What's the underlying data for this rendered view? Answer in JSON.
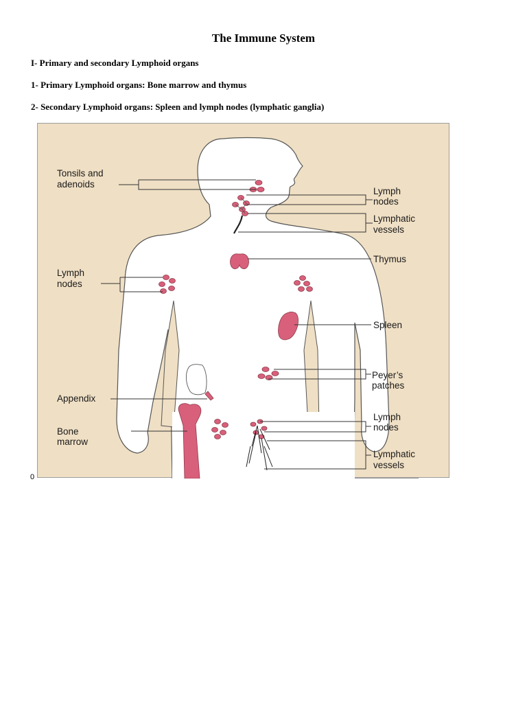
{
  "document": {
    "title": "The Immune System",
    "lines": [
      "I- Primary and secondary Lymphoid organs",
      "1- Primary Lymphoid organs: Bone marrow and thymus",
      "2- Secondary Lymphoid organs: Spleen and lymph nodes (lymphatic ganglia)"
    ],
    "page_marker": "0"
  },
  "figure": {
    "colors": {
      "background": "#efdfc4",
      "body": "#ffffff",
      "organ": "#d9607a",
      "outline": "#555555"
    },
    "labels": {
      "tonsils_line1": "Tonsils and",
      "tonsils_line2": "adenoids",
      "lymph_nodes_left_line1": "Lymph",
      "lymph_nodes_left_line2": "nodes",
      "appendix": "Appendix",
      "bone_marrow_line1": "Bone",
      "bone_marrow_line2": "marrow",
      "lymph_nodes_neck_line1": "Lymph",
      "lymph_nodes_neck_line2": "nodes",
      "lymphatic_vessels_neck_line1": "Lymphatic",
      "lymphatic_vessels_neck_line2": "vessels",
      "thymus": "Thymus",
      "spleen": "Spleen",
      "peyers_line1": "Peyer’s",
      "peyers_line2": "patches",
      "lymph_nodes_groin_line1": "Lymph",
      "lymph_nodes_groin_line2": "nodes",
      "lymphatic_vessels_leg_line1": "Lymphatic",
      "lymphatic_vessels_leg_line2": "vessels"
    }
  }
}
